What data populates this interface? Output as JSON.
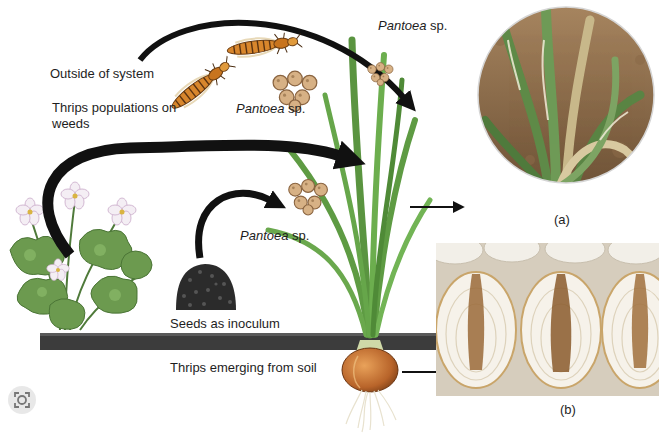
{
  "diagram": {
    "labels": [
      "Outside of system",
      "Pantoea sp.",
      "Thrips populations on weeds",
      "Pantoea sp.",
      "Pantoea sp.",
      "(a)",
      "Seeds as inoculum",
      "(b)",
      "Thrips emerging from soil"
    ]
  }
}
